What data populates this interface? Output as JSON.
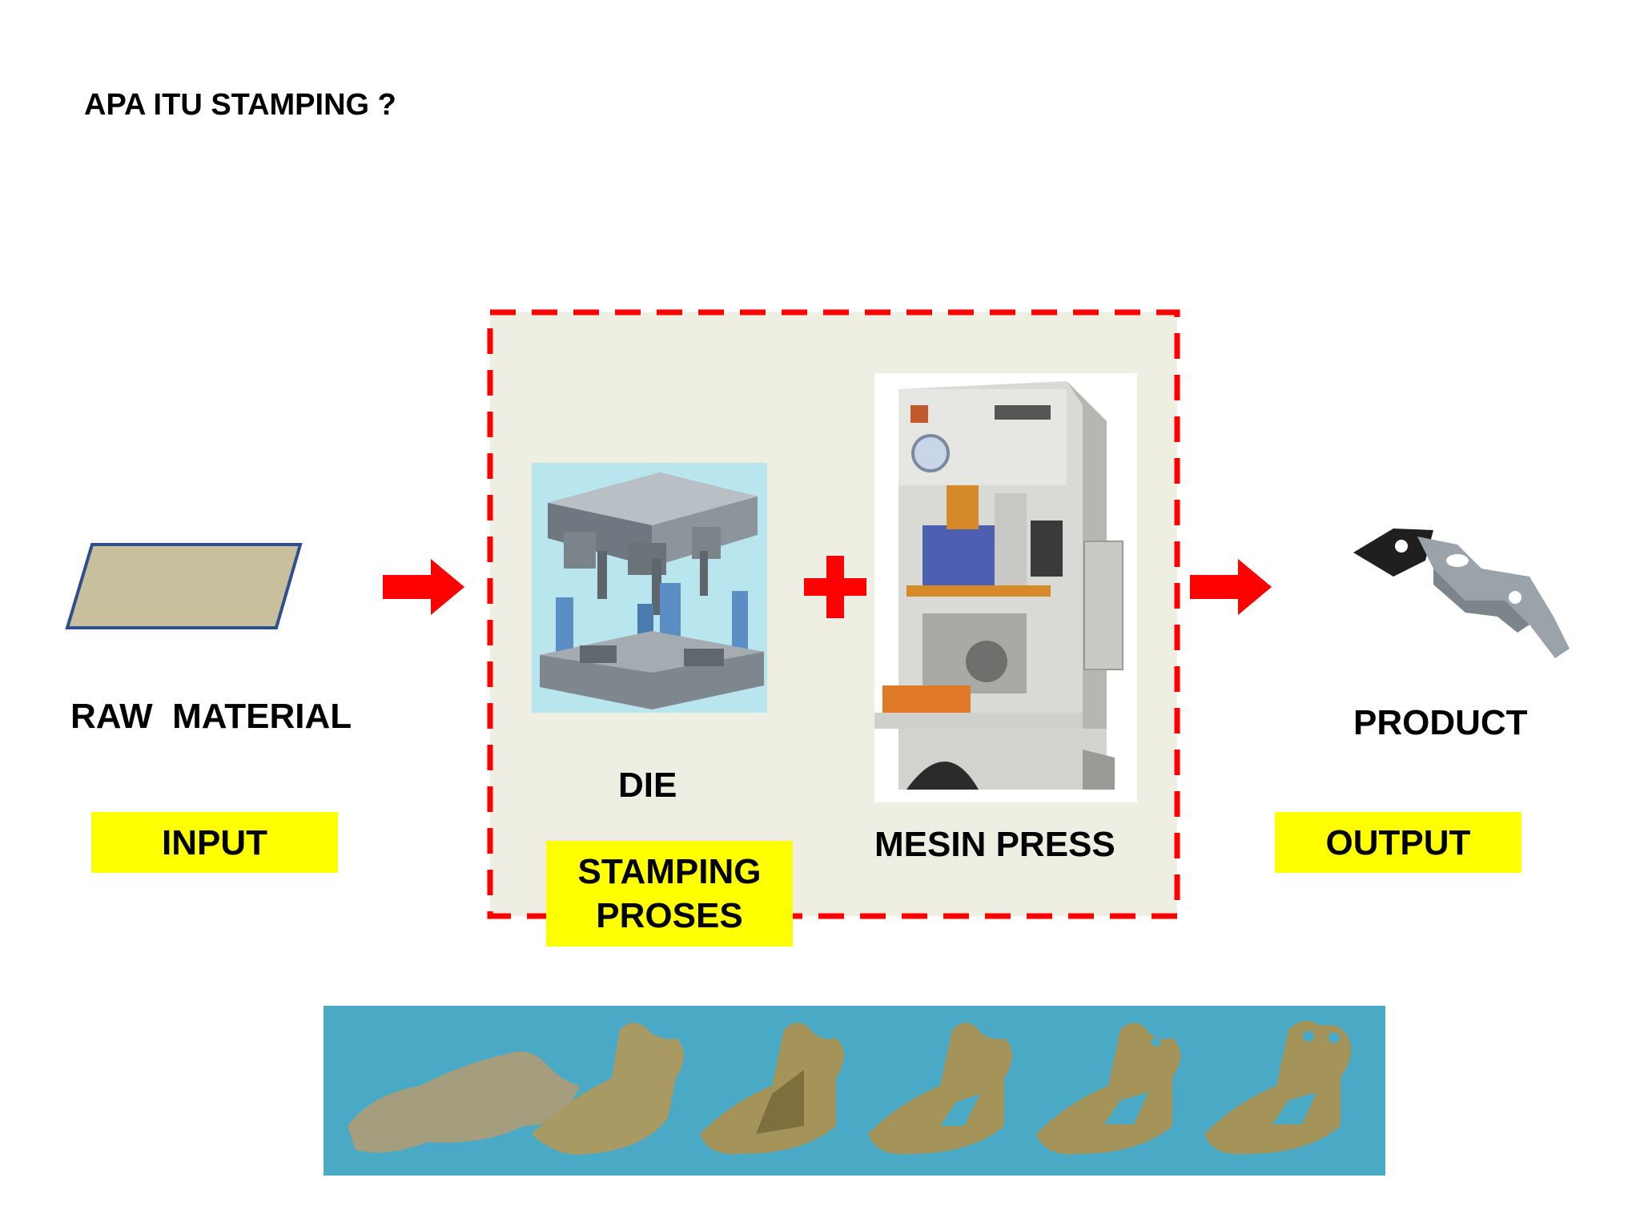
{
  "slide": {
    "title": "APA ITU STAMPING ?",
    "input_label": "RAW  MATERIAL",
    "input_tag": "INPUT",
    "die_label": "DIE",
    "press_label": "MESIN PRESS",
    "process_tag_line1": "STAMPING",
    "process_tag_line2": "PROSES",
    "output_label": "PRODUCT",
    "output_tag": "OUTPUT"
  },
  "colors": {
    "arrow": "#ff0000",
    "dashed_border": "#ff0000",
    "tag_background": "#ffff00",
    "raw_material_fill": "#c8bf9c",
    "raw_material_stroke": "#2f4f8f",
    "strip_background": "#4aa9c4"
  },
  "icons": [
    "arrow-right-icon",
    "plus-icon"
  ]
}
